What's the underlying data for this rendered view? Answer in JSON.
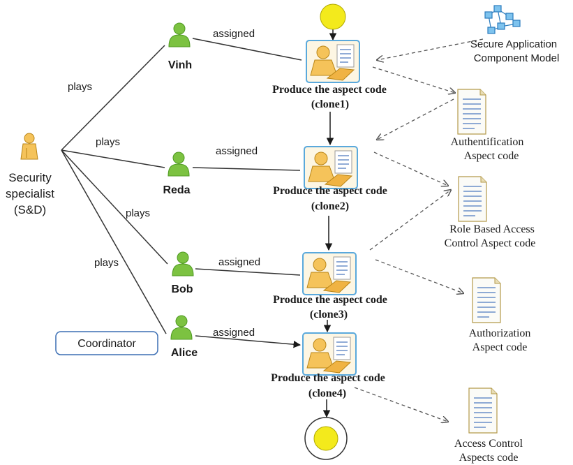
{
  "role": {
    "label_line1": "Security",
    "label_line2": "specialist",
    "label_line3": "(S&D)",
    "badge": "Coordinator"
  },
  "edges": {
    "plays": "plays",
    "assigned": "assigned"
  },
  "people": [
    {
      "name": "Vinh"
    },
    {
      "name": "Reda"
    },
    {
      "name": "Bob"
    },
    {
      "name": "Alice"
    }
  ],
  "tasks": [
    {
      "title": "Produce the aspect code",
      "clone": "(clone1)"
    },
    {
      "title": "Produce the aspect code",
      "clone": "(clone2)"
    },
    {
      "title": "Produce the aspect code",
      "clone": "(clone3)"
    },
    {
      "title": "Produce the aspect code",
      "clone": "(clone4)"
    }
  ],
  "model": {
    "line1": "Secure Application",
    "line2": "Component Model"
  },
  "documents": [
    {
      "line1": "Authentification",
      "line2": "Aspect code"
    },
    {
      "line1": "Role Based Access",
      "line2": "Control Aspect code"
    },
    {
      "line1": "Authorization",
      "line2": "Aspect code"
    },
    {
      "line1": "Access Control",
      "line2": "Aspects code"
    }
  ],
  "colors": {
    "person_green": "#7cc241",
    "start_yellow": "#f3ea1c",
    "activity_border": "#5aa9dc",
    "figure_gold": "#f5c35a",
    "doc_line_blue": "#6b8fc9",
    "badge_border": "#3c6fb4"
  }
}
